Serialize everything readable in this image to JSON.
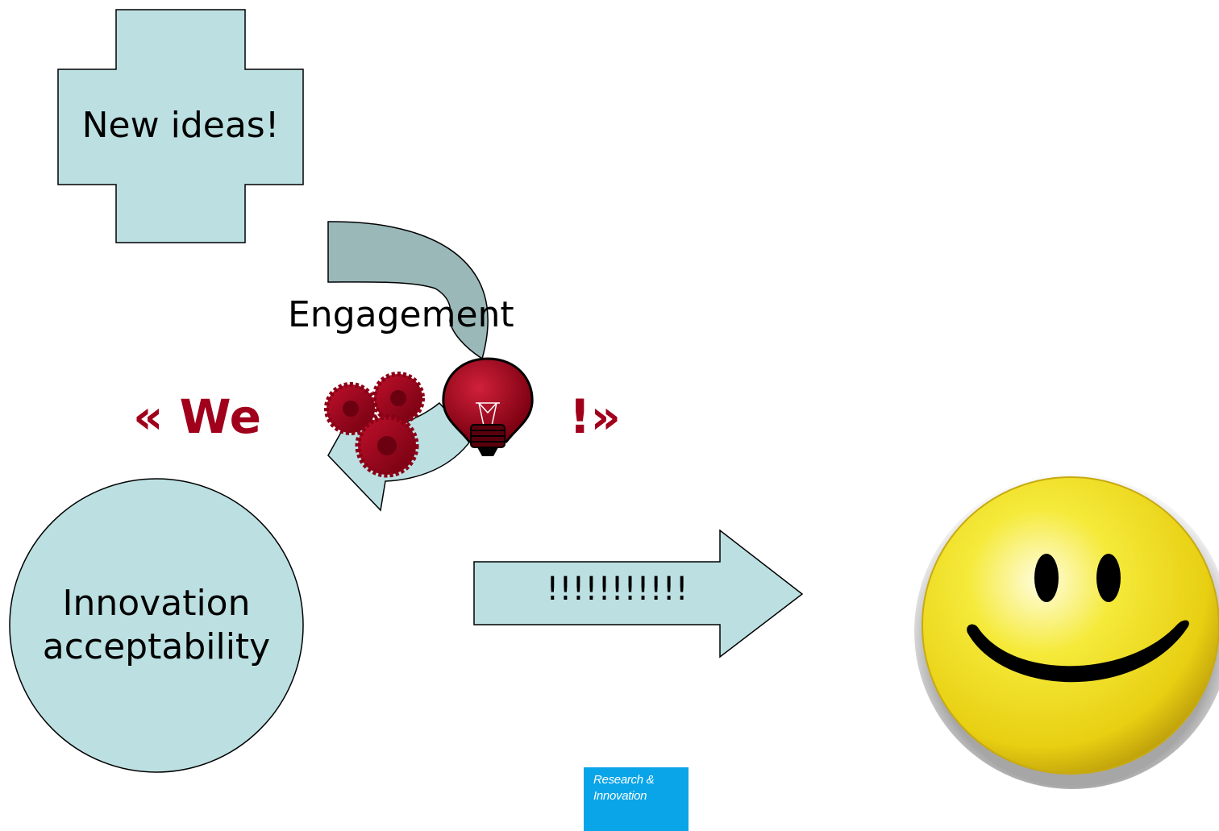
{
  "slide": {
    "plus_label": "New ideas!",
    "engagement_label": "Engagement",
    "quote_open": "« We",
    "quote_close": "!»",
    "circle_label": "Innovation acceptability",
    "arrow_label": "!!!!!!!!!!!"
  },
  "logo": {
    "line1": "Research &",
    "line2": "Innovation"
  },
  "colors": {
    "shape_fill": "#bce0e2",
    "curved_arrow_fill": "#9bb8b9",
    "accent_red": "#a0001c",
    "logo_blue": "#0aa5e8",
    "smiley_yellow": "#f3de1a"
  },
  "icons": [
    "gears-icon",
    "lightbulb-icon",
    "smiley-face-icon"
  ]
}
